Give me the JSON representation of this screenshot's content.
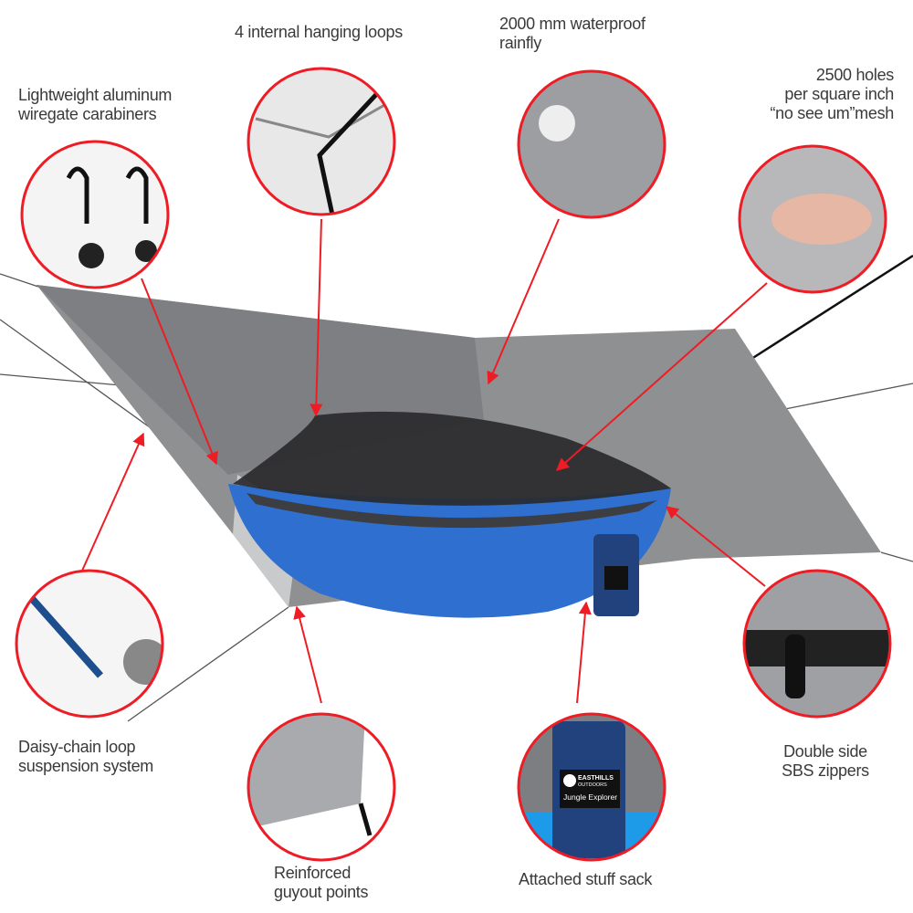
{
  "accent_color": "#ee1c24",
  "tarp_color": "#8f9092",
  "hammock_color": "#2f6fd0",
  "features": [
    {
      "id": "carabiners",
      "lines": [
        "Lightweight aluminum",
        "wiregate carabiners"
      ]
    },
    {
      "id": "hanging-loops",
      "lines": [
        "4 internal hanging loops"
      ]
    },
    {
      "id": "rainfly",
      "lines": [
        "2000 mm waterproof",
        "rainfly"
      ]
    },
    {
      "id": "mesh",
      "lines": [
        "2500 holes",
        "per square inch",
        "“no see um”mesh"
      ]
    },
    {
      "id": "daisy-chain",
      "lines": [
        "Daisy-chain loop",
        "suspension system"
      ]
    },
    {
      "id": "guyout",
      "lines": [
        "Reinforced",
        "guyout points"
      ]
    },
    {
      "id": "stuff-sack",
      "lines": [
        "Attached stuff sack"
      ]
    },
    {
      "id": "zippers",
      "lines": [
        "Double side",
        "SBS zippers"
      ]
    }
  ],
  "brand_logo_text": [
    "EASTHILLS",
    "OUTDOORS",
    "Jungle Explorer"
  ]
}
